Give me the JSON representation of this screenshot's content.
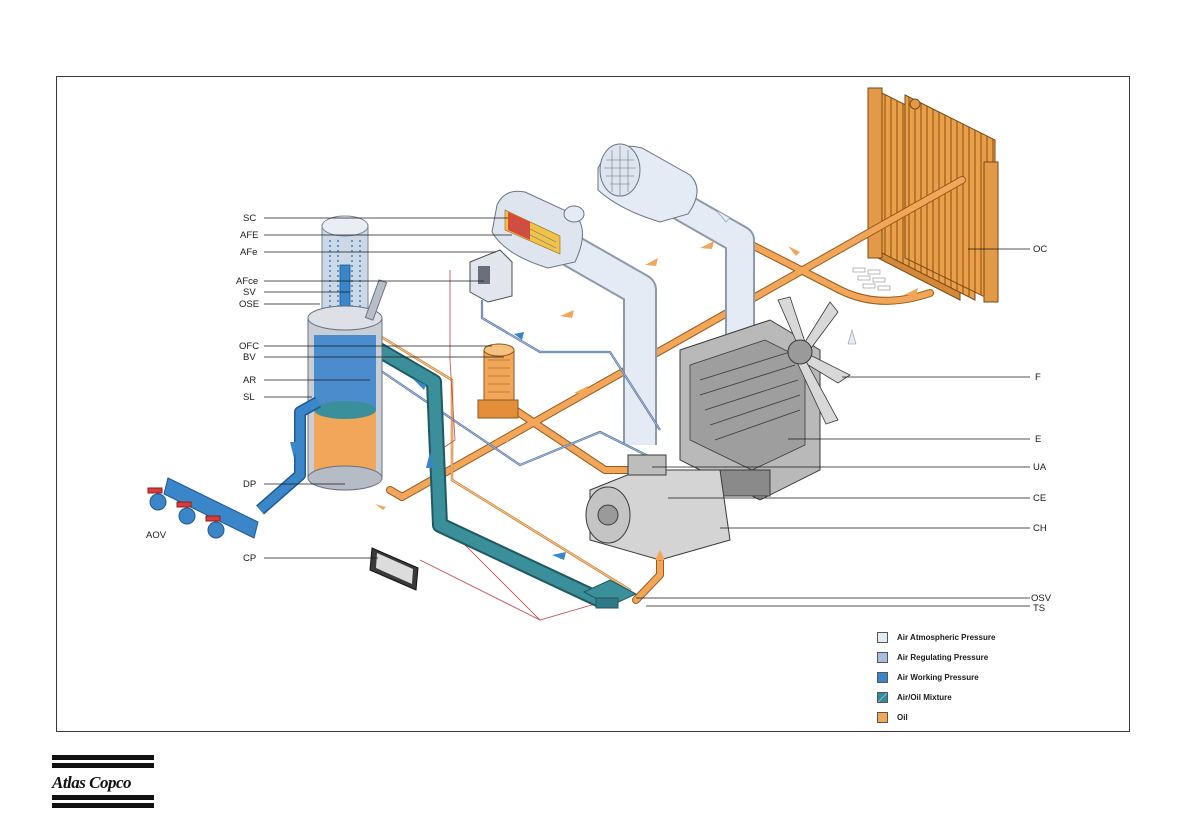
{
  "labels": {
    "sc": "SC",
    "afe": "AFE",
    "afe_lower": "AFe",
    "afce": "AFce",
    "sv": "SV",
    "ose": "OSE",
    "ofc": "OFC",
    "bv": "BV",
    "ar": "AR",
    "sl": "SL",
    "dp": "DP",
    "aov": "AOV",
    "cp": "CP",
    "oc": "OC",
    "f": "F",
    "e": "E",
    "ua": "UA",
    "ce": "CE",
    "ch": "CH",
    "osv": "OSV",
    "ts": "TS"
  },
  "legend": [
    {
      "label": "Air Atmospheric Pressure",
      "color": "#e4ebf4"
    },
    {
      "label": "Air Regulating Pressure",
      "color": "#a6bedf"
    },
    {
      "label": "Air Working Pressure",
      "color": "#3a86c8"
    },
    {
      "label": "Air/Oil Mixture",
      "color": "#2f8c9a"
    },
    {
      "label": "Oil",
      "color": "#f2a65a"
    }
  ],
  "colors": {
    "oil": "#f2a65a",
    "air_working": "#3a86c8",
    "air_atmospheric": "#e4ebf4",
    "air_regulating": "#a6bedf",
    "air_oil": "#2f8c9a",
    "engine": "#b9b9b9",
    "cooler": "#e8a24a"
  },
  "logo": {
    "text": "Atlas Copco"
  }
}
